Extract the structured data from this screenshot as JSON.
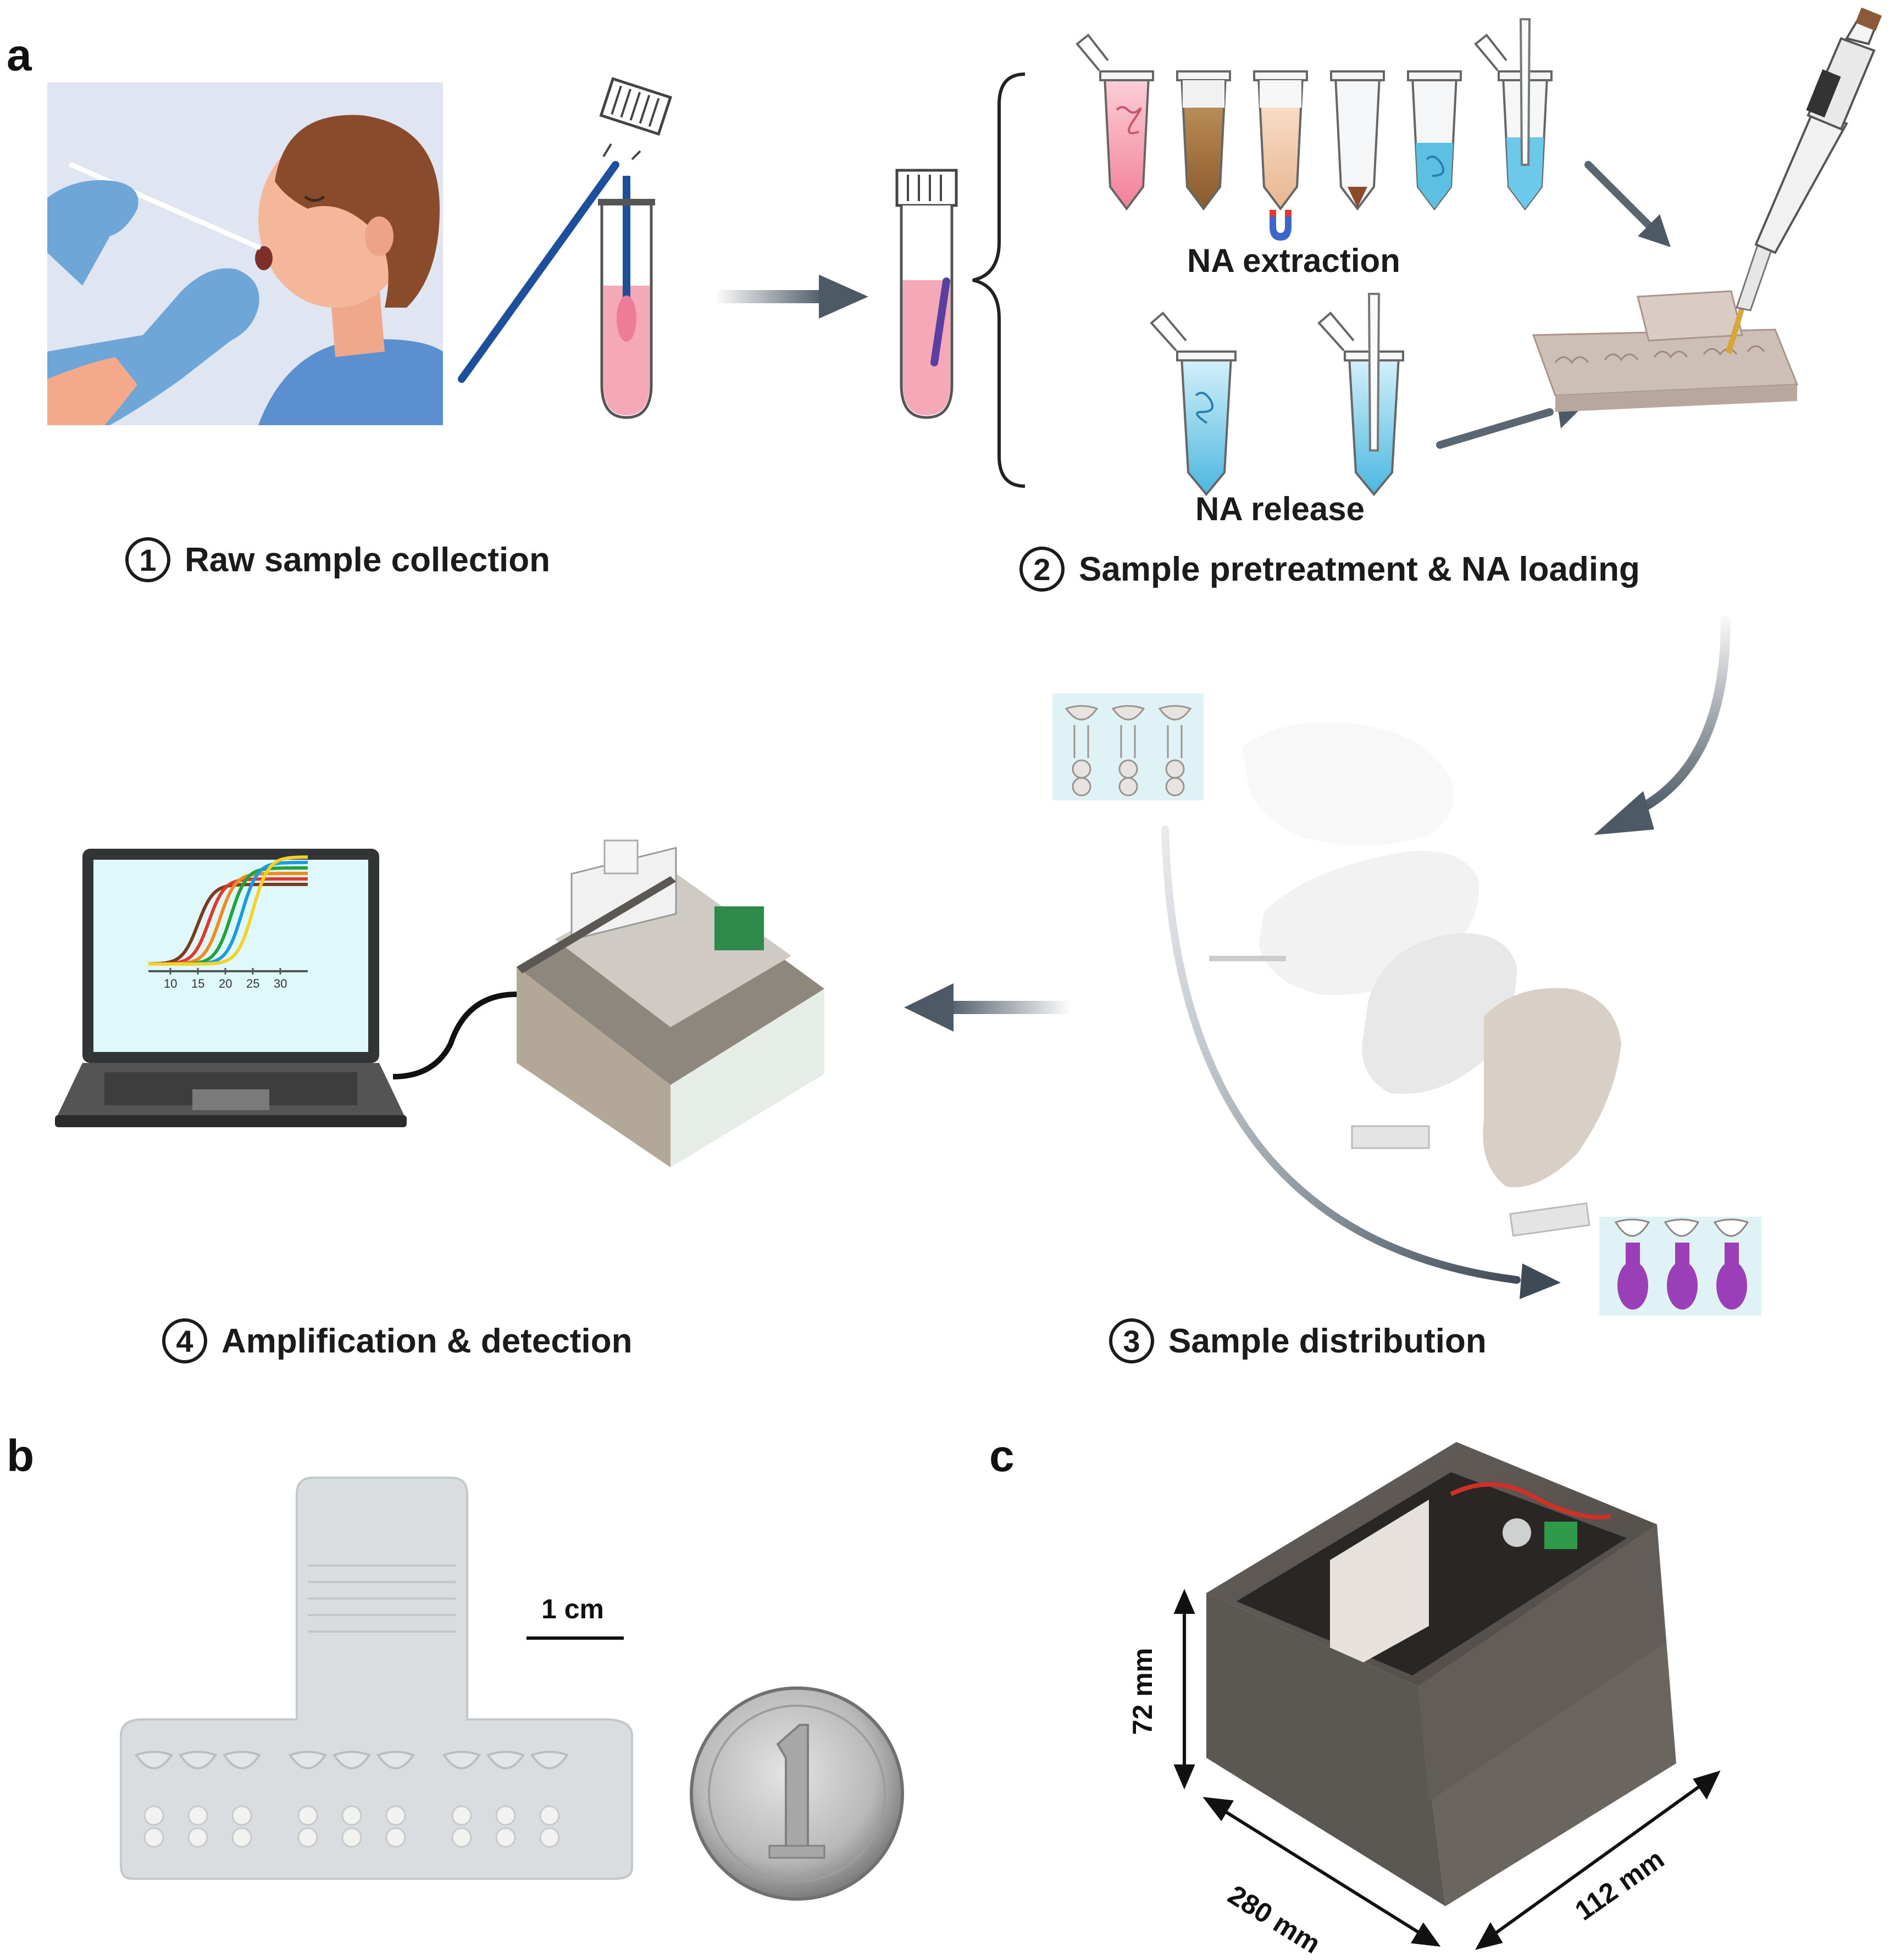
{
  "panels": {
    "a": "a",
    "b": "b",
    "c": "c"
  },
  "steps": [
    {
      "number": "1",
      "label": "Raw sample collection"
    },
    {
      "number": "2",
      "label": "Sample pretreatment & NA loading"
    },
    {
      "number": "3",
      "label": "Sample distribution"
    },
    {
      "number": "4",
      "label": "Amplification & detection"
    }
  ],
  "pretreatment": {
    "extraction": "NA extraction",
    "release": "NA release"
  },
  "laptop_axis_ticks": [
    "10",
    "15",
    "20",
    "25",
    "30"
  ],
  "curve_colors": [
    "#7a3b1e",
    "#e03a2c",
    "#f28a1d",
    "#22a23a",
    "#1c9be0",
    "#f4d22a"
  ],
  "scale_bar": "1 cm",
  "device_dimensions": {
    "height": "72 mm",
    "length": "280 mm",
    "width": "112 mm"
  },
  "colors": {
    "glove": "#6fa6d8",
    "skin": "#f4b79a",
    "sample_pink": "#f5a9b8",
    "swab_blue": "#1e4f9c",
    "chip_cyan": "#dff3f6",
    "purple_sample": "#9b3fb8",
    "box_tan": "#b3a897",
    "box_dark": "#5b5753"
  }
}
